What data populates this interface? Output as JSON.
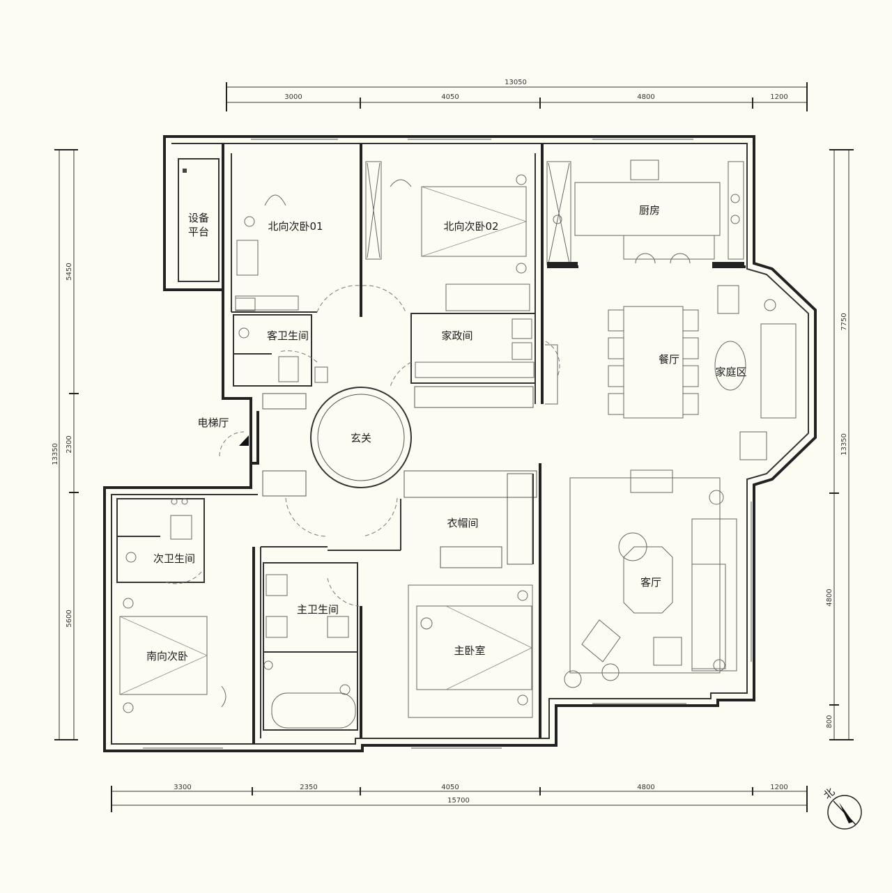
{
  "rooms": {
    "equipment_platform_line1": "设备",
    "equipment_platform_line2": "平台",
    "north_bedroom_01": "北向次卧01",
    "north_bedroom_02": "北向次卧02",
    "kitchen": "厨房",
    "guest_bathroom": "客卫生间",
    "housekeeping_room": "家政间",
    "dining_room": "餐厅",
    "family_area": "家庭区",
    "elevator_hall": "电梯厅",
    "foyer": "玄关",
    "secondary_bathroom": "次卫生间",
    "cloakroom": "衣帽间",
    "master_bathroom": "主卫生间",
    "south_bedroom": "南向次卧",
    "master_bedroom": "主卧室",
    "living_room": "客厅"
  },
  "dimensions": {
    "top_total": "13050",
    "top_segments": [
      "3000",
      "4050",
      "4800",
      "1200"
    ],
    "bottom_total": "15700",
    "bottom_segments": [
      "3300",
      "2350",
      "4050",
      "4800",
      "1200"
    ],
    "left_total": "13350",
    "left_segments": [
      "5450",
      "2300",
      "5600"
    ],
    "right_total": "13350",
    "right_segments": [
      "7750",
      "4800",
      "800"
    ]
  },
  "compass": {
    "north_label": "北"
  }
}
